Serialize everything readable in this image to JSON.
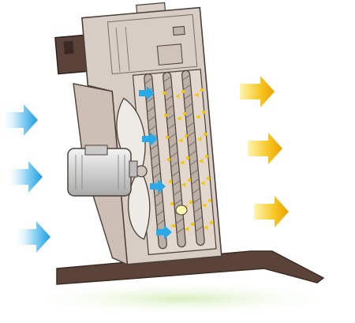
{
  "diagram": {
    "subject": "heater-airflow",
    "colors": {
      "cold_air": "#2aa9e6",
      "hot_air": "#f2b300",
      "housing": "#d6cbc3",
      "housing_stroke": "#4a4037",
      "base": "#5a4238",
      "shadow": "#cfe6b0",
      "element": "#b9aca3",
      "heat_dot": "#f5c400",
      "motor": "#d9d9d9"
    },
    "icons": {
      "inlet_arrow": "arrow-right-icon",
      "outlet_arrow": "arrow-right-icon"
    },
    "inlet_arrows_count": 3,
    "internal_arrows_count": 4,
    "outlet_arrows_count": 3
  }
}
